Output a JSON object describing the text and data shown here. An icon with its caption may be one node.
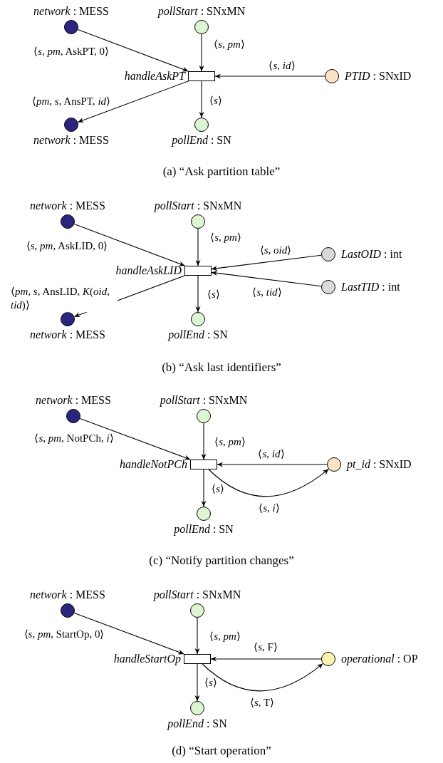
{
  "diagram": {
    "nodes": [
      {
        "text": [
          "*network* : MESS"
        ]
      },
      {
        "text": [
          "*pollStart* : SNxMN"
        ]
      },
      {
        "text": [
          "*handleAskPT*"
        ]
      },
      {
        "text": [
          "*PTID* : SNxID"
        ]
      },
      {
        "text": [
          "*network* : MESS"
        ]
      },
      {
        "text": [
          "*pollEnd* : SN"
        ]
      },
      {
        "text": [
          "*network* : MESS"
        ]
      },
      {
        "text": [
          "*pollStart* : SNxMN"
        ]
      },
      {
        "text": [
          "*handleAskLID*"
        ]
      },
      {
        "text": [
          "*LastOID* : int"
        ]
      },
      {
        "text": [
          "*LastTID* : int"
        ]
      },
      {
        "text": [
          "*network* : MESS"
        ]
      },
      {
        "text": [
          "*pollEnd* : SN"
        ]
      },
      {
        "text": [
          "*network* : MESS"
        ]
      },
      {
        "text": [
          "*pollStart* : SNxMN"
        ]
      },
      {
        "text": [
          "*handleNotPCh*"
        ]
      },
      {
        "text": [
          "*pt_id* : SNxID"
        ]
      },
      {
        "text": [
          "*pollEnd* : SN"
        ]
      },
      {
        "text": [
          "*network* : MESS"
        ]
      },
      {
        "text": [
          "*pollStart* : SNxMN"
        ]
      },
      {
        "text": [
          "*handleStartOp*"
        ]
      },
      {
        "text": [
          "*operational* : OP"
        ]
      },
      {
        "text": [
          "*pollEnd* : SN"
        ]
      }
    ],
    "edges": [
      {
        "from": 0,
        "to": 2,
        "arrow": "to",
        "label": "⟨*s*, *pm*, AskPT, 0⟩"
      },
      {
        "from": 1,
        "to": 2,
        "arrow": "to",
        "label": "⟨*s*, *pm*⟩"
      },
      {
        "from": 3,
        "to": 2,
        "arrow": "to",
        "label": "⟨*s*, *id*⟩"
      },
      {
        "from": 2,
        "to": 4,
        "arrow": "to",
        "label": "⟨*pm*, *s*, AnsPT, *id*⟩"
      },
      {
        "from": 2,
        "to": 5,
        "arrow": "to",
        "label": "⟨*s*⟩"
      },
      {
        "from": 6,
        "to": 8,
        "arrow": "to",
        "label": "⟨*s*, *pm*, AskLID, 0⟩"
      },
      {
        "from": 7,
        "to": 8,
        "arrow": "to",
        "label": "⟨*s*, *pm*⟩"
      },
      {
        "from": 9,
        "to": 8,
        "arrow": "to",
        "label": "⟨*s*, *oid*⟩"
      },
      {
        "from": 10,
        "to": 8,
        "arrow": "to",
        "label": "⟨*s*, *tid*⟩"
      },
      {
        "from": 8,
        "to": 11,
        "arrow": "to",
        "label": "⟨*pm*, *s*, AnsLID, *K*(*oid*, *tid*)⟩"
      },
      {
        "from": 8,
        "to": 12,
        "arrow": "to",
        "label": "⟨*s*⟩"
      },
      {
        "from": 13,
        "to": 15,
        "arrow": "to",
        "label": "⟨*s*, *pm*, NotPCh, *i*⟩"
      },
      {
        "from": 14,
        "to": 15,
        "arrow": "to",
        "label": "⟨*s*, *pm*⟩"
      },
      {
        "from": 16,
        "to": 15,
        "arrow": "to",
        "label": "⟨*s*, *id*⟩"
      },
      {
        "from": 15,
        "to": 16,
        "arrow": "to",
        "label": "⟨*s*, *i*⟩"
      },
      {
        "from": 15,
        "to": 17,
        "arrow": "to",
        "label": "⟨*s*⟩"
      },
      {
        "from": 18,
        "to": 20,
        "arrow": "to",
        "label": "⟨*s*, *pm*, StartOp, 0⟩"
      },
      {
        "from": 19,
        "to": 20,
        "arrow": "to",
        "label": "⟨*s*, *pm*⟩"
      },
      {
        "from": 21,
        "to": 20,
        "arrow": "to",
        "label": "⟨*s*, F⟩"
      },
      {
        "from": 20,
        "to": 21,
        "arrow": "to",
        "label": "⟨*s*, T⟩"
      },
      {
        "from": 20,
        "to": 22,
        "arrow": "to",
        "label": "⟨*s*⟩"
      }
    ],
    "labels": [
      "(a) “Ask partition table”",
      "(b) “Ask last identifiers”",
      "(c) “Notify partition changes”",
      "(d) “Start operation”"
    ]
  }
}
